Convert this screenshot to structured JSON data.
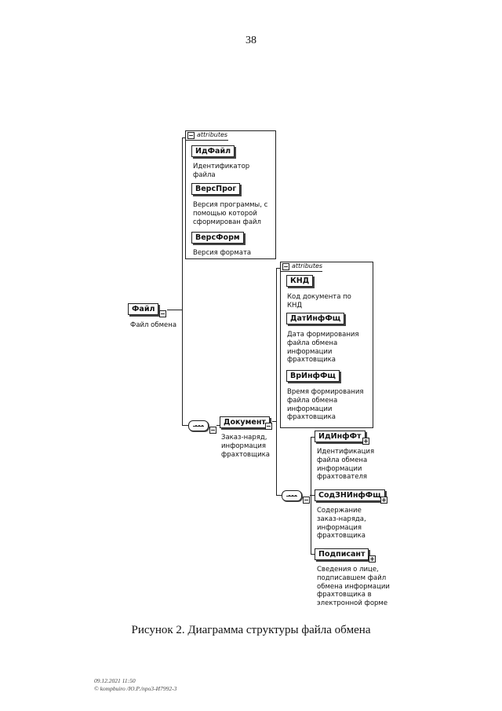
{
  "page_number": "38",
  "attributes_label": "attributes",
  "root": {
    "label": "Файл",
    "desc": "Файл обмена"
  },
  "root_attributes": [
    {
      "label": "ИдФайл",
      "desc": "Идентификатор\nфайла"
    },
    {
      "label": "ВерсПрог",
      "desc": "Версия программы, с\nпомощью которой\nсформирован файл"
    },
    {
      "label": "ВерсФорм",
      "desc": "Версия формата"
    }
  ],
  "document": {
    "label": "Документ",
    "desc": "Заказ-наряд,\nинформация\nфрахтовщика"
  },
  "document_attributes": [
    {
      "label": "КНД",
      "desc": "Код документа по\nКНД"
    },
    {
      "label": "ДатИнфФщ",
      "desc": "Дата формирования\nфайла обмена\nинформации\nфрахтовщика"
    },
    {
      "label": "ВрИнфФщ",
      "desc": "Время формирования\nфайла обмена\nинформации\nфрахтовщика"
    }
  ],
  "document_children": [
    {
      "label": "ИдИнфФт",
      "desc": "Идентификация\nфайла обмена\nинформации\nфрахтователя"
    },
    {
      "label": "СодЗНИнфФщ",
      "desc": "Содержание\nзаказ-наряда,\nинформация\nфрахтовщика"
    },
    {
      "label": "Подписант",
      "desc": "Сведения о лице,\nподписавшем файл\nобмена информации\nфрахтовщика в\nэлектронной форме"
    }
  ],
  "caption": "Рисунок 2. Диаграмма структуры файла обмена",
  "stamp": {
    "line1": "09.12.2021 11:50",
    "line2": "© kompbuiro /Ю.Р./npo3-И7992-3"
  }
}
